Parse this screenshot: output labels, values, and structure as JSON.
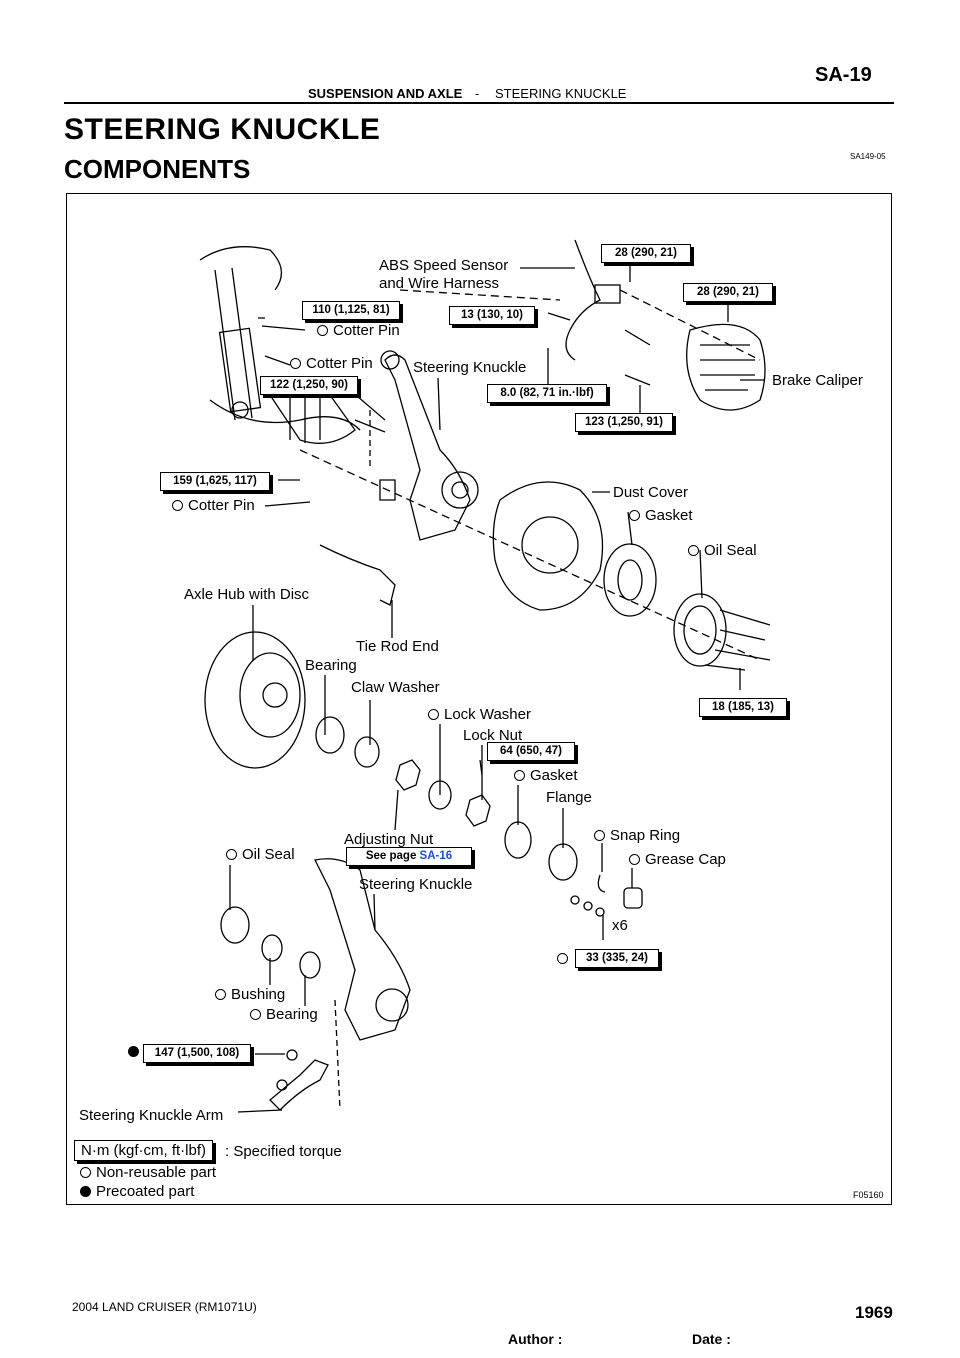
{
  "header": {
    "section": "SUSPENSION AND AXLE",
    "separator": "-",
    "subsection": "STEERING KNUCKLE",
    "page_id": "SA-19"
  },
  "title": "STEERING KNUCKLE",
  "subtitle": "COMPONENTS",
  "doc_code": "SA149-05",
  "figure_id": "F05160",
  "labels": {
    "abs_sensor_1": "ABS Speed Sensor",
    "abs_sensor_2": "and Wire Harness",
    "cotter_pin": "Cotter Pin",
    "steering_knuckle": "Steering Knuckle",
    "brake_caliper": "Brake Caliper",
    "dust_cover": "Dust Cover",
    "gasket": "Gasket",
    "oil_seal": "Oil Seal",
    "axle_hub": "Axle Hub with Disc",
    "tie_rod_end": "Tie Rod End",
    "bearing": "Bearing",
    "claw_washer": "Claw Washer",
    "lock_washer": "Lock Washer",
    "lock_nut": "Lock Nut",
    "flange": "Flange",
    "adjusting_nut": "Adjusting Nut",
    "snap_ring": "Snap Ring",
    "grease_cap": "Grease Cap",
    "x6": "x6",
    "bushing": "Bushing",
    "steering_knuckle_arm": "Steering Knuckle Arm",
    "see_page": "See page",
    "see_page_ref": "SA-16"
  },
  "torques": {
    "t1": "28 (290, 21)",
    "t2": "28 (290, 21)",
    "t3": "110 (1,125, 81)",
    "t4": "13 (130, 10)",
    "t5": "122 (1,250, 90)",
    "t6": "8.0 (82, 71 in.·lbf)",
    "t7": "123 (1,250, 91)",
    "t8": "159 (1,625, 117)",
    "t9": "18 (185, 13)",
    "t10": "64 (650, 47)",
    "t11": "33 (335, 24)",
    "t12": "147 (1,500, 108)"
  },
  "legend": {
    "unit_box": "N·m (kgf·cm, ft·lbf)",
    "unit_desc": ": Specified torque",
    "non_reusable": "Non-reusable part",
    "precoated": "Precoated part"
  },
  "footer": {
    "model": "2004 LAND CRUISER   (RM1071U)",
    "page_number": "1969",
    "author": "Author :",
    "date": "Date :"
  }
}
